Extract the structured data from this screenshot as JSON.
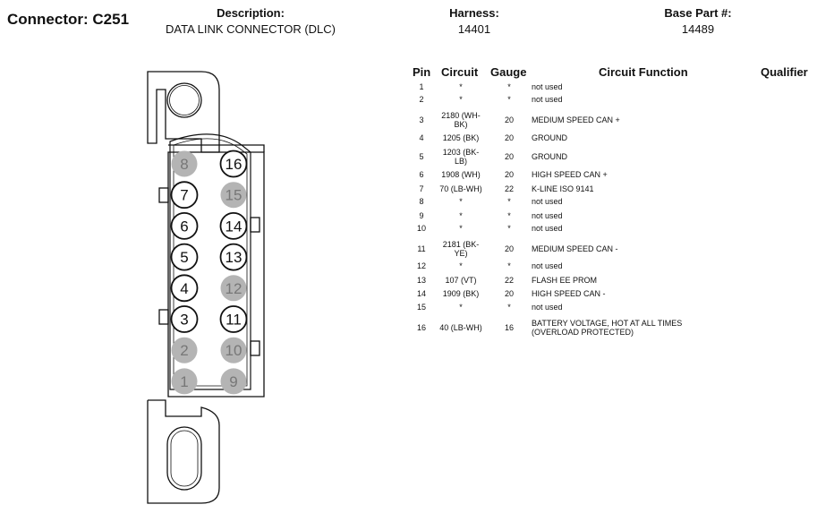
{
  "header": {
    "connector_label": "Connector: C251",
    "description_title": "Description:",
    "description_value": "DATA LINK CONNECTOR (DLC)",
    "harness_title": "Harness:",
    "harness_value": "14401",
    "base_part_title": "Base Part #:",
    "base_part_value": "14489"
  },
  "table": {
    "columns": [
      "Pin",
      "Circuit",
      "Gauge",
      "Circuit Function",
      "Qualifier"
    ],
    "rows": [
      {
        "pin": "1",
        "circuit": [
          "*"
        ],
        "gauge": "*",
        "function": [
          "not used"
        ]
      },
      {
        "pin": "2",
        "circuit": [
          "*"
        ],
        "gauge": "*",
        "function": [
          "not used"
        ]
      },
      {
        "pin": "3",
        "circuit": [
          "2180 (WH-",
          "BK)"
        ],
        "gauge": "20",
        "function": [
          "MEDIUM SPEED CAN +"
        ]
      },
      {
        "pin": "4",
        "circuit": [
          "1205 (BK)"
        ],
        "gauge": "20",
        "function": [
          "GROUND"
        ]
      },
      {
        "pin": "5",
        "circuit": [
          "1203 (BK-",
          "LB)"
        ],
        "gauge": "20",
        "function": [
          "GROUND"
        ]
      },
      {
        "pin": "6",
        "circuit": [
          "1908 (WH)"
        ],
        "gauge": "20",
        "function": [
          "HIGH SPEED CAN +"
        ]
      },
      {
        "pin": "7",
        "circuit": [
          "70 (LB-WH)"
        ],
        "gauge": "22",
        "function": [
          "K-LINE ISO 9141"
        ]
      },
      {
        "pin": "8",
        "circuit": [
          "*"
        ],
        "gauge": "*",
        "function": [
          "not used"
        ]
      },
      {
        "pin": "9",
        "circuit": [
          "*"
        ],
        "gauge": "*",
        "function": [
          "not used"
        ]
      },
      {
        "pin": "10",
        "circuit": [
          "*"
        ],
        "gauge": "*",
        "function": [
          "not used"
        ]
      },
      {
        "pin": "11",
        "circuit": [
          "2181 (BK-",
          "YE)"
        ],
        "gauge": "20",
        "function": [
          "MEDIUM SPEED CAN -"
        ]
      },
      {
        "pin": "12",
        "circuit": [
          "*"
        ],
        "gauge": "*",
        "function": [
          "not used"
        ]
      },
      {
        "pin": "13",
        "circuit": [
          "107 (VT)"
        ],
        "gauge": "22",
        "function": [
          "FLASH EE PROM"
        ]
      },
      {
        "pin": "14",
        "circuit": [
          "1909 (BK)"
        ],
        "gauge": "20",
        "function": [
          "HIGH SPEED CAN -"
        ]
      },
      {
        "pin": "15",
        "circuit": [
          "*"
        ],
        "gauge": "*",
        "function": [
          "not used"
        ]
      },
      {
        "pin": "16",
        "circuit": [
          "40 (LB-WH)"
        ],
        "gauge": "16",
        "function": [
          "BATTERY VOLTAGE, HOT AT ALL TIMES",
          "(OVERLOAD PROTECTED)"
        ]
      }
    ]
  },
  "diagram": {
    "pins_used": [
      "3",
      "4",
      "5",
      "6",
      "7",
      "11",
      "13",
      "14",
      "16"
    ],
    "pins_unused": [
      "1",
      "2",
      "8",
      "9",
      "10",
      "12",
      "15"
    ],
    "unused_color": "#b4b4b4",
    "used_color": "#ffffff"
  }
}
